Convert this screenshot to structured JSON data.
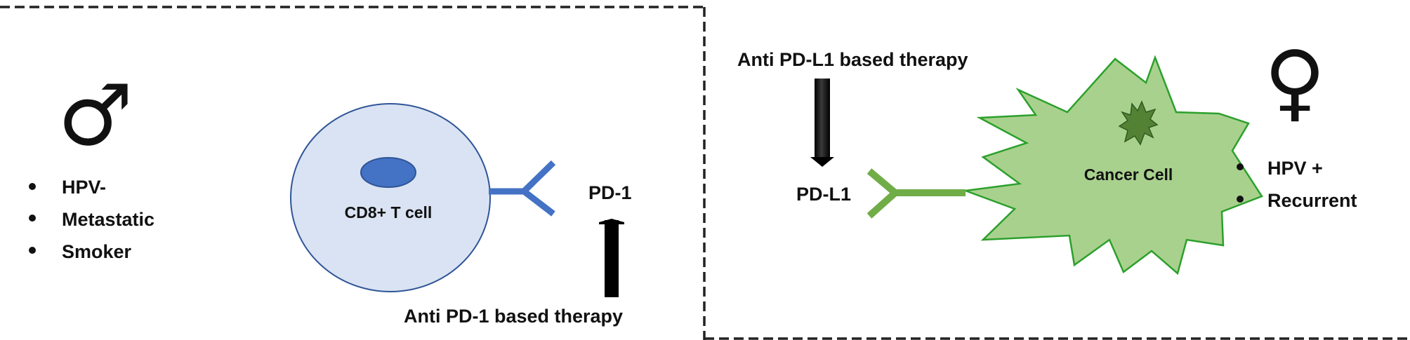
{
  "left_panel": {
    "sex_symbol": "♂",
    "sex_symbol_icon": "male-symbol-icon",
    "characteristics": [
      "HPV-",
      "Metastatic",
      "Smoker"
    ],
    "cell_label": "CD8+ T cell",
    "receptor_label": "PD-1",
    "therapy_label": "Anti PD-1 based therapy"
  },
  "right_panel": {
    "sex_symbol": "♀",
    "sex_symbol_icon": "female-symbol-icon",
    "characteristics": [
      "HPV +",
      "Recurrent"
    ],
    "cell_label": "Cancer Cell",
    "ligand_label": "PD-L1",
    "therapy_label": "Anti PD-L1 based therapy"
  },
  "colors": {
    "tcell_fill": "#dae3f3",
    "tcell_stroke": "#2f5597",
    "nucleus": "#4472c4",
    "receptor": "#4472c4",
    "cancer_fill": "#a9d18e",
    "cancer_stroke": "#2ca02c",
    "cancer_nucleus": "#548235",
    "ligand": "#70ad47",
    "arrow": "#000000",
    "border": "#222222"
  }
}
